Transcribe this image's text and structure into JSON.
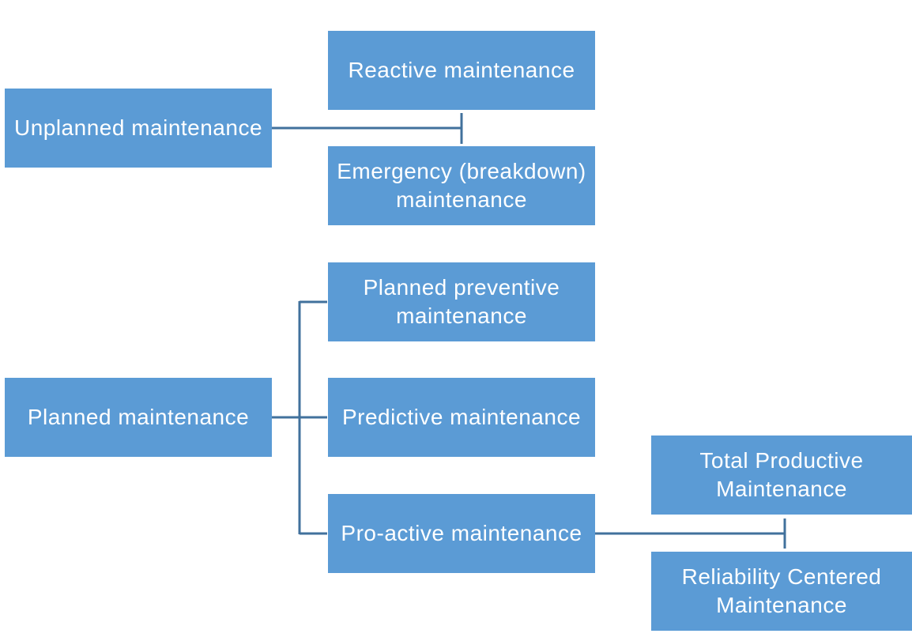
{
  "nodes": {
    "unplanned": "Unplanned maintenance",
    "reactive": "Reactive maintenance",
    "emergency": "Emergency (breakdown)\nmaintenance",
    "planned": "Planned maintenance",
    "preventive": "Planned preventive\nmaintenance",
    "predictive": "Predictive maintenance",
    "proactive": "Pro-active maintenance",
    "tpm": "Total Productive\nMaintenance",
    "rcm": "Reliability Centered\nMaintenance"
  },
  "colors": {
    "box_fill": "#5b9bd5",
    "box_text": "#ffffff",
    "connector": "#41719c"
  }
}
